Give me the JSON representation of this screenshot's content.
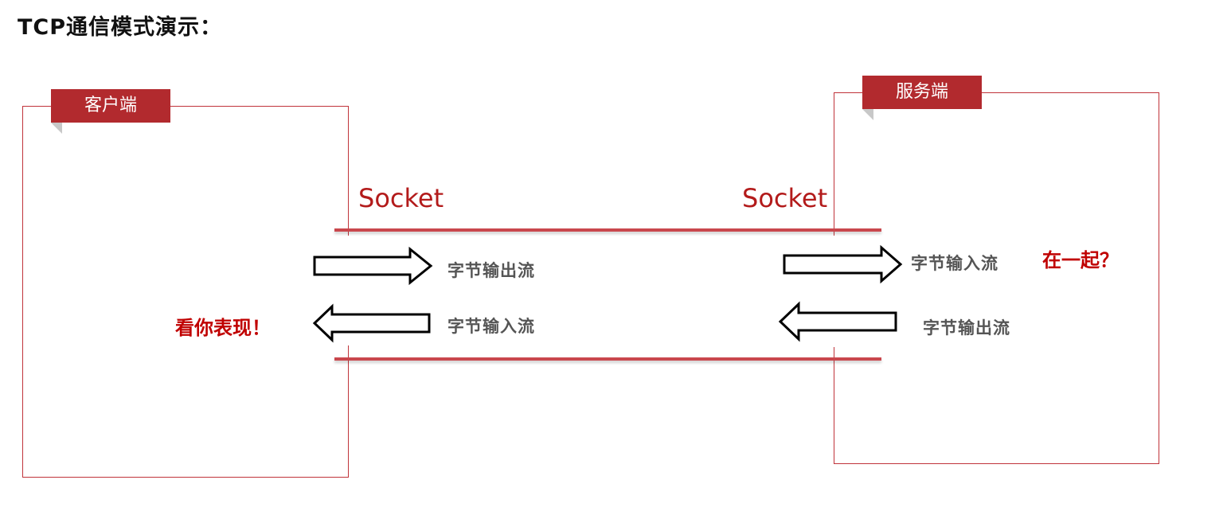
{
  "title": "TCP通信模式演示：",
  "client": {
    "label": "客户端"
  },
  "server": {
    "label": "服务端"
  },
  "socket": {
    "left_label": "Socket",
    "right_label": "Socket"
  },
  "client_streams": {
    "output_label": "字节输出流",
    "input_label": "字节输入流"
  },
  "server_streams": {
    "input_label": "字节输入流",
    "output_label": "字节输出流"
  },
  "annotations": {
    "client_note": "看你表现！",
    "server_note": "在一起？"
  },
  "colors": {
    "accent": "#b22a2e",
    "socket_text": "#b31b1b",
    "pipe_line": "#c9474d",
    "emphasis": "#c00000"
  }
}
